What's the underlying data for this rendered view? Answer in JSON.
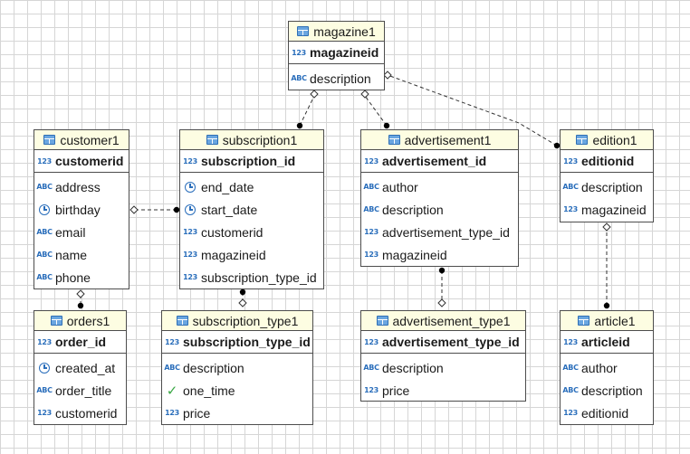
{
  "tables": {
    "magazine1": {
      "title": "magazine1",
      "pk": {
        "name": "magazineid",
        "type_icon": "123"
      },
      "columns": [
        {
          "name": "description",
          "type_icon": "ABC"
        }
      ]
    },
    "customer1": {
      "title": "customer1",
      "pk": {
        "name": "customerid",
        "type_icon": "123"
      },
      "columns": [
        {
          "name": "address",
          "type_icon": "ABC"
        },
        {
          "name": "birthday",
          "type_icon": "clock"
        },
        {
          "name": "email",
          "type_icon": "ABC"
        },
        {
          "name": "name",
          "type_icon": "ABC"
        },
        {
          "name": "phone",
          "type_icon": "ABC"
        }
      ]
    },
    "subscription1": {
      "title": "subscription1",
      "pk": {
        "name": "subscription_id",
        "type_icon": "123"
      },
      "columns": [
        {
          "name": "end_date",
          "type_icon": "clock"
        },
        {
          "name": "start_date",
          "type_icon": "clock"
        },
        {
          "name": "customerid",
          "type_icon": "123"
        },
        {
          "name": "magazineid",
          "type_icon": "123"
        },
        {
          "name": "subscription_type_id",
          "type_icon": "123"
        }
      ]
    },
    "advertisement1": {
      "title": "advertisement1",
      "pk": {
        "name": "advertisement_id",
        "type_icon": "123"
      },
      "columns": [
        {
          "name": "author",
          "type_icon": "ABC"
        },
        {
          "name": "description",
          "type_icon": "ABC"
        },
        {
          "name": "advertisement_type_id",
          "type_icon": "123"
        },
        {
          "name": "magazineid",
          "type_icon": "123"
        }
      ]
    },
    "edition1": {
      "title": "edition1",
      "pk": {
        "name": "editionid",
        "type_icon": "123"
      },
      "columns": [
        {
          "name": "description",
          "type_icon": "ABC"
        },
        {
          "name": "magazineid",
          "type_icon": "123"
        }
      ]
    },
    "orders1": {
      "title": "orders1",
      "pk": {
        "name": "order_id",
        "type_icon": "123"
      },
      "columns": [
        {
          "name": "created_at",
          "type_icon": "clock"
        },
        {
          "name": "order_title",
          "type_icon": "ABC"
        },
        {
          "name": "customerid",
          "type_icon": "123"
        }
      ]
    },
    "subscription_type1": {
      "title": "subscription_type1",
      "pk": {
        "name": "subscription_type_id",
        "type_icon": "123"
      },
      "columns": [
        {
          "name": "description",
          "type_icon": "ABC"
        },
        {
          "name": "one_time",
          "type_icon": "check"
        },
        {
          "name": "price",
          "type_icon": "123"
        }
      ]
    },
    "advertisement_type1": {
      "title": "advertisement_type1",
      "pk": {
        "name": "advertisement_type_id",
        "type_icon": "123"
      },
      "columns": [
        {
          "name": "description",
          "type_icon": "ABC"
        },
        {
          "name": "price",
          "type_icon": "123"
        }
      ]
    },
    "article1": {
      "title": "article1",
      "pk": {
        "name": "articleid",
        "type_icon": "123"
      },
      "columns": [
        {
          "name": "author",
          "type_icon": "ABC"
        },
        {
          "name": "description",
          "type_icon": "ABC"
        },
        {
          "name": "editionid",
          "type_icon": "123"
        }
      ]
    }
  },
  "relationships": [
    {
      "from": "subscription1",
      "to": "magazine1"
    },
    {
      "from": "advertisement1",
      "to": "magazine1"
    },
    {
      "from": "edition1",
      "to": "magazine1"
    },
    {
      "from": "subscription1",
      "to": "customer1"
    },
    {
      "from": "orders1",
      "to": "customer1"
    },
    {
      "from": "subscription1",
      "to": "subscription_type1"
    },
    {
      "from": "advertisement1",
      "to": "advertisement_type1"
    },
    {
      "from": "article1",
      "to": "edition1"
    }
  ],
  "colors": {
    "header_bg": "#fdfde2",
    "border": "#4d4d4d",
    "icon_blue": "#2a6ebb",
    "check_green": "#3aa845"
  }
}
